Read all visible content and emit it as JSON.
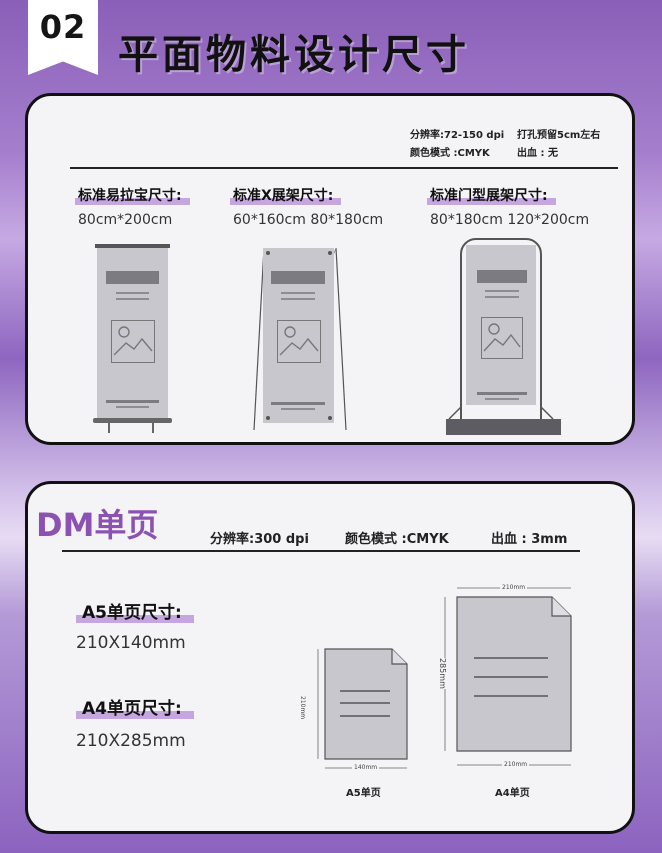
{
  "header": {
    "badge": "02",
    "title": "平面物料设计尺寸"
  },
  "section1": {
    "specs": {
      "resolution": "分辨率:72-150 dpi",
      "hole": "打孔预留5cm左右",
      "color_mode": "颜色模式 :CMYK",
      "bleed": "出血 : 无"
    },
    "displays": [
      {
        "label": "标准易拉宝尺寸:",
        "size": "80cm*200cm"
      },
      {
        "label": "标准X展架尺寸:",
        "size": "60*160cm  80*180cm"
      },
      {
        "label": "标准门型展架尺寸:",
        "size": "80*180cm  120*200cm"
      }
    ]
  },
  "section2": {
    "title": "DM单页",
    "specs": {
      "resolution": "分辨率:300 dpi",
      "color_mode": "颜色模式 :CMYK",
      "bleed": "出血 : 3mm"
    },
    "a5": {
      "label": "A5单页尺寸:",
      "size": "210X140mm",
      "caption": "A5单页",
      "width": "140mm",
      "height": "210mm"
    },
    "a4": {
      "label": "A4单页尺寸:",
      "size": "210X285mm",
      "caption": "A4单页",
      "width": "210mm",
      "height": "285mm"
    }
  }
}
